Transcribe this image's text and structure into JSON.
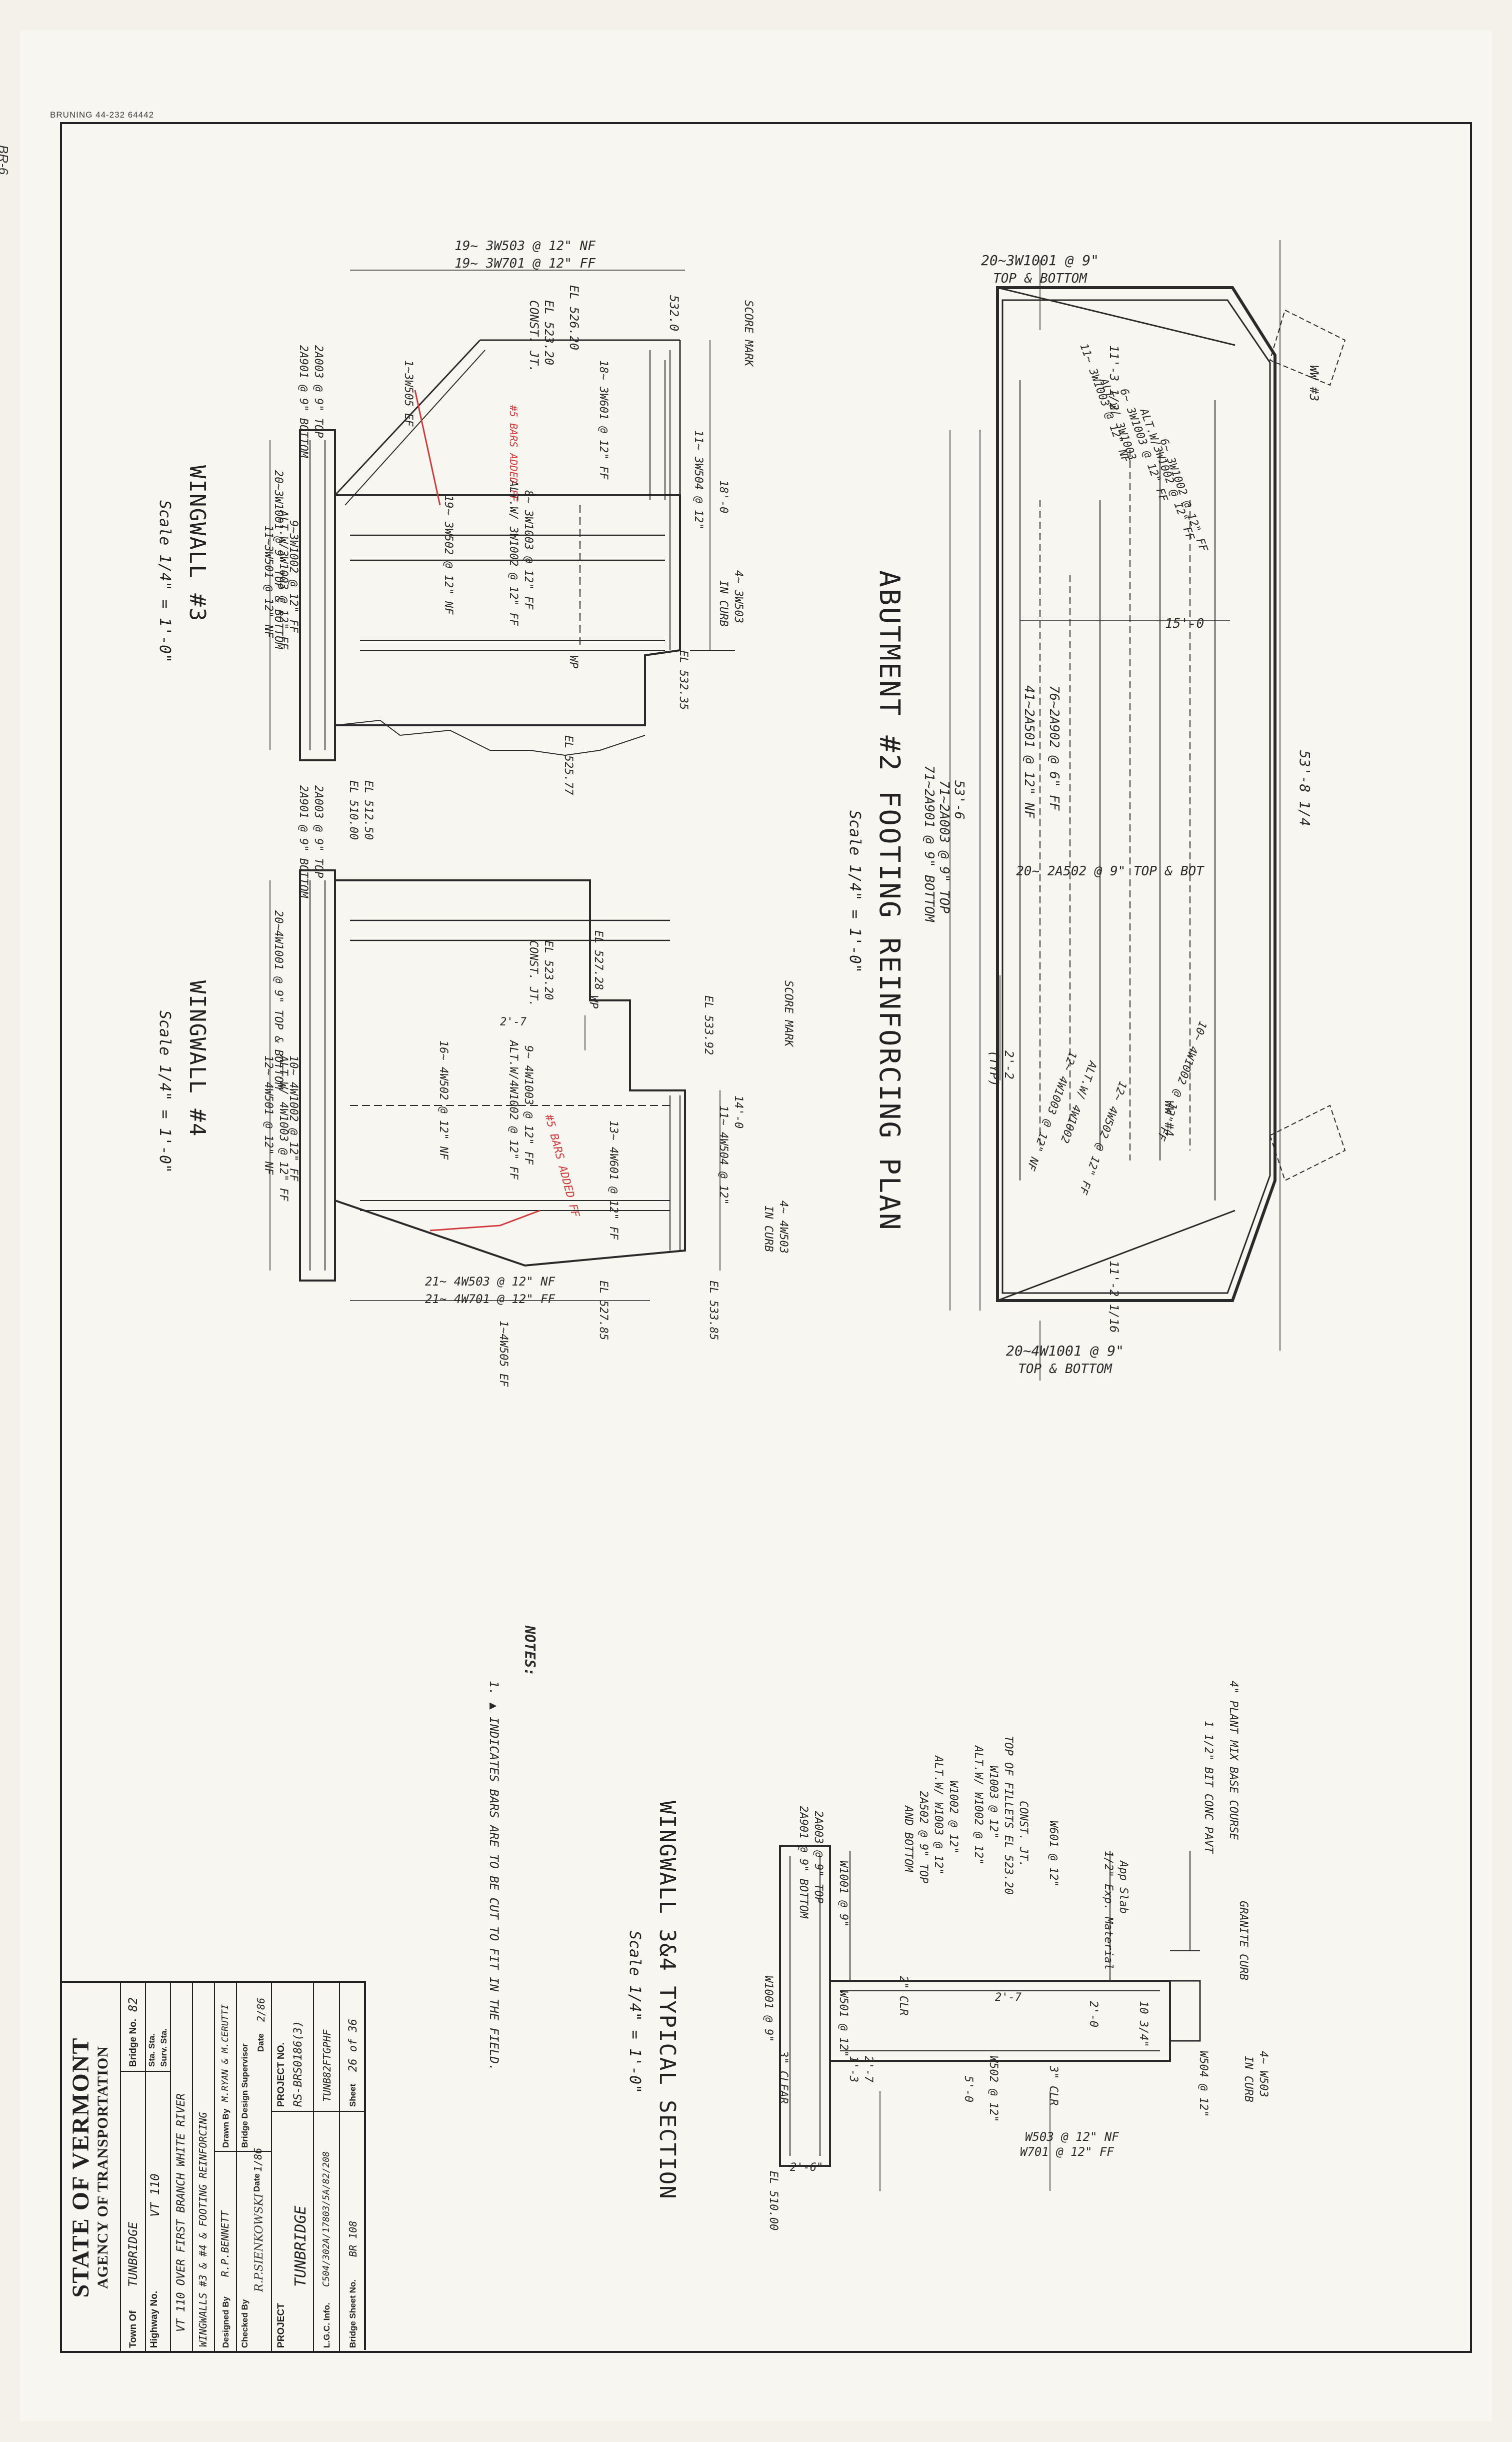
{
  "stamp": "BRUNING 44-232 64442",
  "side_code": "BR-6",
  "drawings": {
    "plan": {
      "title": "ABUTMENT #2 FOOTING REINFORCING PLAN",
      "scale": "Scale 1/4\" = 1'-0\"",
      "labels": {
        "top_bars": "20~3W1001 @ 9\"",
        "top_bars_2": "TOP & BOTTOM",
        "bottom_bars": "20~4W1001 @ 9\"",
        "bottom_bars_2": "TOP & BOTTOM",
        "overall": "53'-8 1/4",
        "width": "15'-0",
        "l1": "53'-6",
        "l2": "71~2A003 @ 9\" TOP",
        "l3": "71~2A901 @ 9\" BOTTOM",
        "l4": "76~2A902 @ 6\" FF",
        "l5": "41~2A501 @ 12\" NF",
        "l6": "20~ 2A502 @ 9\" TOP & BOT",
        "l7": "2'-2",
        "l8": "(TYP)",
        "l9": "11'-3 1/2",
        "l10": "11'-2 1/16",
        "ww3": "WW #3",
        "ww4": "WW #4",
        "a1": "11~ 3W1003 @ 12\" NF",
        "a2": "ALT.W/ 3W1003",
        "a3": "6~ 3W1003 @ 12\" FF",
        "a4": "ALT.W/3W1002 @ 12\" FF",
        "a5": "6~ 3W1002 @ 12\" FF",
        "b1": "12~ 4W1003 @ 12\" NF",
        "b2": "ALT.W/ 4W1002",
        "b3": "12~ 4W502 @ 12\" FF",
        "b4": "10~ 4W1002 @ 12\" FF"
      }
    },
    "ww3": {
      "title": "WINGWALL #3",
      "scale": "Scale 1/4\" = 1'-0\"",
      "labels": {
        "t1": "19~ 3W503 @ 12\" NF",
        "t2": "19~ 3W701 @ 12\" FF",
        "el1": "EL 526.20",
        "el2": "EL 523.20",
        "const": "CONST. JT.",
        "el3": "532.0",
        "score": "SCORE MARK",
        "b1": "1~3W505 EF",
        "b2": "18~ 3W601 @ 12\" FF",
        "b3": "11~ 3W504 @ 12\"",
        "dim1": "18'-0",
        "curb": "4~ 3W503",
        "curb2": "IN CURB",
        "el4": "EL 532.35",
        "wp": "WP",
        "el5": "EL 525.77",
        "c1": "8~ 3W1003 @ 12\" FF",
        "c2": "ALT.W/ 3W1002 @ 12\" FF",
        "c3": "19~ 3W502 @ 12\" NF",
        "d1": "2A003 @ 9\" TOP",
        "d2": "2A901 @ 9\" BOTTOM",
        "d3": "20~3W1001 @ 9\" TOP & BOTTOM",
        "d4": "9~3W1002 @ 12\" FF",
        "d5": "ALT.W/3W1003 @ 12\" FF",
        "d6": "11~3W501 @ 12\" NF",
        "red": "#5 BARS ADDED FF"
      }
    },
    "ww4": {
      "title": "WINGWALL #4",
      "scale": "Scale 1/4\" = 1'-0\"",
      "labels": {
        "el1": "EL 527.28",
        "el2": "EL 523.20",
        "const": "CONST. JT.",
        "wp": "WP",
        "dim1": "2'-7",
        "score": "SCORE MARK",
        "el3": "EL 533.92",
        "dim2": "14'-0",
        "b1": "11~ 4W504 @ 12\"",
        "curb": "4~ 4W503",
        "curb2": "IN CURB",
        "b2": "13~ 4W601 @ 12\" FF",
        "c1": "9~ 4W1003 @ 12\" FF",
        "c2": "ALT.W/4W1002 @ 12\" FF",
        "c3": "16~ 4W502 @ 12\" NF",
        "t1": "21~ 4W503 @ 12\" NF",
        "t2": "21~ 4W701 @ 12\" FF",
        "t3": "1~4W505 EF",
        "el4": "EL 527.85",
        "el5": "EL 533.85",
        "el6": "EL 512.50",
        "el7": "EL 510.00",
        "d1": "2A003 @ 9\" TOP",
        "d2": "2A901 @ 9\" BOTTOM",
        "d3": "20~4W1001 @ 9\" TOP & BOTTOM",
        "d4": "10~ 4W1002 @ 12\" FF",
        "d5": "ALT.W/ 4W1003 @ 12\" FF",
        "d6": "12~ 4W501 @ 12\" NF",
        "red": "#5 BARS ADDED FF"
      }
    },
    "section": {
      "title": "WINGWALL 3&4 TYPICAL SECTION",
      "scale": "Scale 1/4\" = 1'-0\"",
      "labels": {
        "s1": "4\" PLANT MIX BASE COURSE",
        "s2": "1 1/2\" BIT CONC PAVT",
        "s3": "GRANITE CURB",
        "s4": "1/2\" Exp. Material",
        "s5": "App Slab",
        "s6": "W601 @ 12\"",
        "s7": "CONST. JT.",
        "s8": "TOP OF FILLETS EL 523.20",
        "s9": "W1003 @ 12\"",
        "s10": "ALT.W/ W1002 @ 12\"",
        "s11": "W1002 @ 12\"",
        "s12": "ALT.W/ W1003 @ 12\"",
        "s13": "2A502 @ 9\" TOP",
        "s14": "AND BOTTOM",
        "s15": "2A003 @ 9\" TOP",
        "s16": "2A901 @ 9\" BOTTOM",
        "s17": "W1001 @ 9\"",
        "s18": "W1001 @ 9\"",
        "s19": "W501 @ 12\"",
        "s20": "3\" CLEAR",
        "s21": "2\" CLR",
        "s22": "2'-7",
        "s23": "2'-0",
        "s24": "10 3/4\"",
        "s25": "W504 @ 12\"",
        "s26": "4~ W503",
        "s27": "IN CURB",
        "s28": "W502 @ 12\"",
        "s29": "3\" CLR",
        "s30": "5'-0",
        "s31": "W503 @ 12\" NF",
        "s32": "W701 @ 12\" FF",
        "s33": "2'-6\"",
        "s34": "EL 510.00",
        "s35": "1'-3",
        "s36": "2'-7"
      }
    }
  },
  "notes": {
    "heading": "NOTES:",
    "item": "1. ▲ INDICATES BARS ARE TO BE CUT TO FIT IN THE FIELD."
  },
  "title_block": {
    "state": "STATE OF VERMONT",
    "agency": "AGENCY OF TRANSPORTATION",
    "town_label": "Town Of",
    "town": "TUNBRIDGE",
    "bridge_no_label": "Bridge No.",
    "bridge_no": "82",
    "highway_label": "Highway No.",
    "highway": "VT 110",
    "sta_label": "Sta. Sta.",
    "sta2_label": "Surv. Sta.",
    "route": "VT 110 OVER FIRST BRANCH WHITE RIVER",
    "sheet_title": "WINGWALLS #3 & #4 & FOOTING REINFORCING",
    "designed_label": "Designed By",
    "designed": "R.P.BENNETT",
    "drawn_label": "Drawn By",
    "drawn": "M.RYAN & M.CERUTTI",
    "checked_label": "Checked By",
    "checked": "R.P.SIENKOWSKI",
    "super_label": "Bridge Design Supervisor",
    "date_label": "Date",
    "date1": "1/86",
    "date2": "2/86",
    "project_label": "PROJECT",
    "project": "TUNBRIDGE",
    "project_no_label": "PROJECT NO.",
    "project_no": "RS-BRS0186(3)",
    "lgc_label": "L.G.C. Info.",
    "lgc": "C504/302A/17803/5A/82/208",
    "file": "TUNB82FTGPHF",
    "sheet_no_label": "Bridge Sheet No.",
    "sheet_no": "BR 108",
    "sheet_label": "Sheet",
    "sheet": "26 of 36"
  }
}
